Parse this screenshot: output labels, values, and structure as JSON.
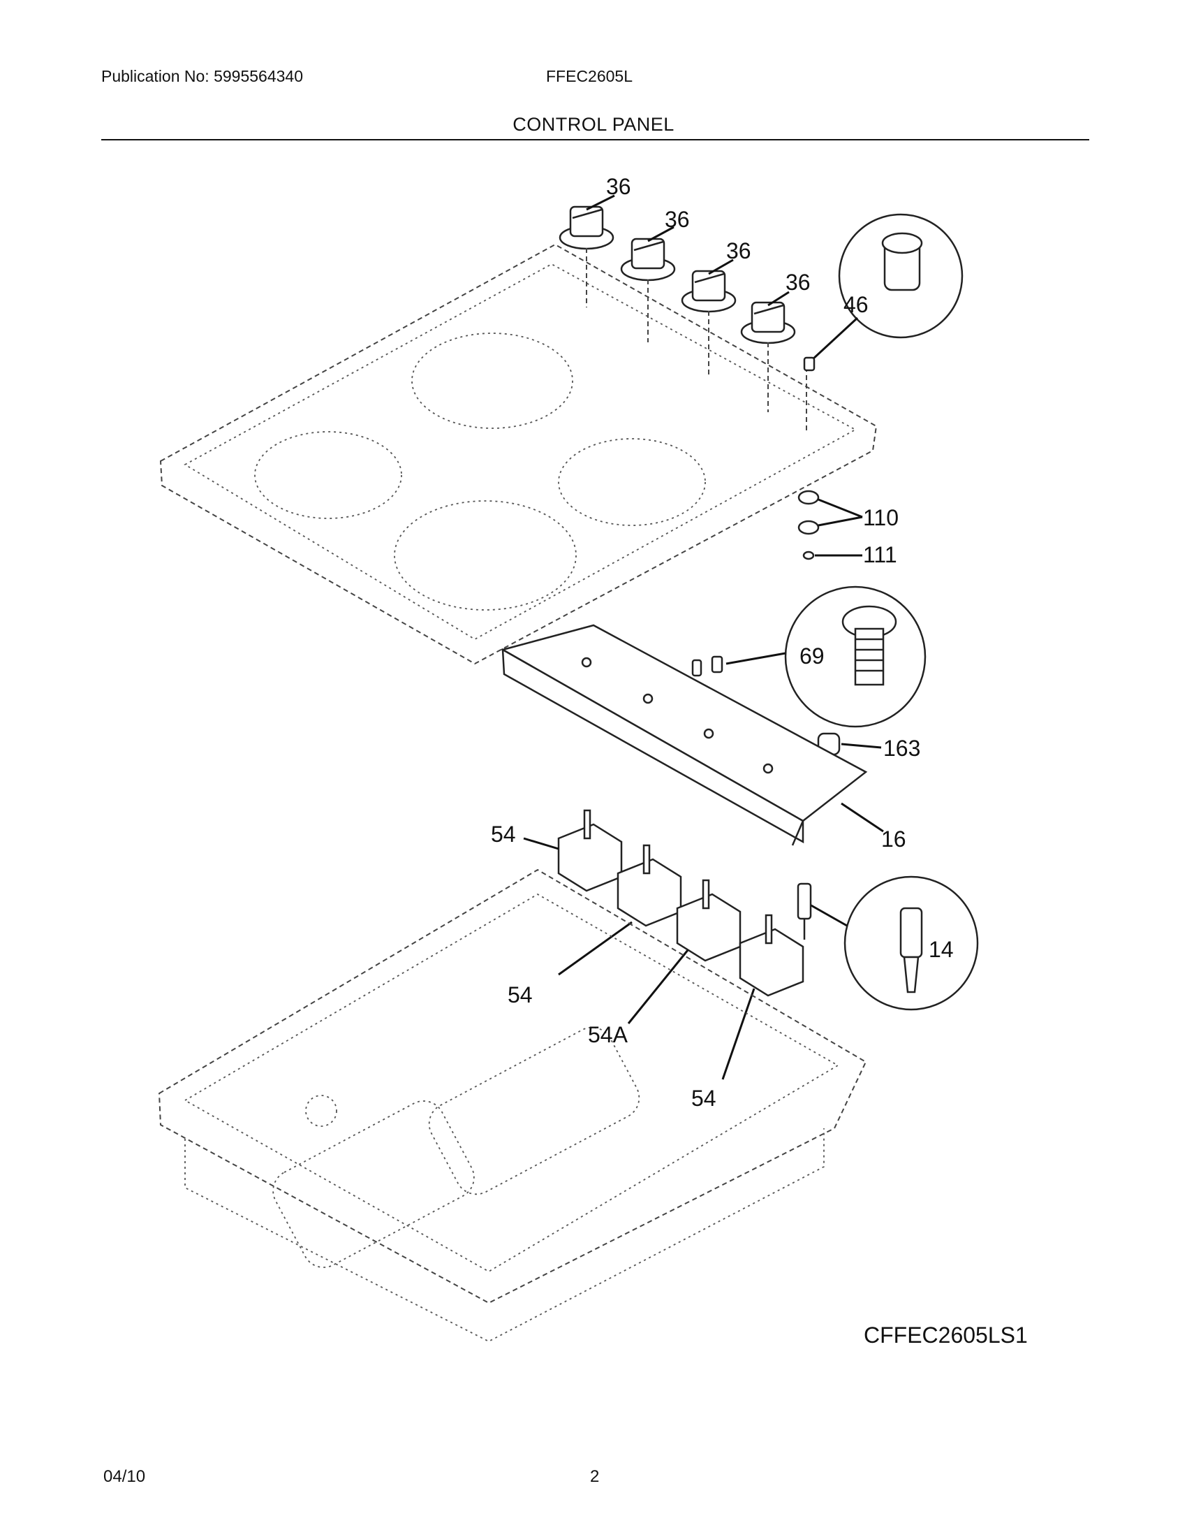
{
  "header": {
    "publication": "Publication No: 5995564340",
    "model": "FFEC2605L",
    "section_title": "CONTROL PANEL"
  },
  "diagram": {
    "part_labels": {
      "knob_1": "36",
      "knob_2": "36",
      "knob_3": "36",
      "knob_4": "36",
      "indicator_lens": "46",
      "washers": "110",
      "washer_small": "111",
      "screw": "69",
      "grommet": "163",
      "bracket": "16",
      "switch_1": "54",
      "switch_2": "54",
      "switch_3": "54A",
      "switch_4": "54",
      "signal_light": "14"
    },
    "code": "CFFEC2605LS1"
  },
  "footer": {
    "date": "04/10",
    "page": "2"
  }
}
